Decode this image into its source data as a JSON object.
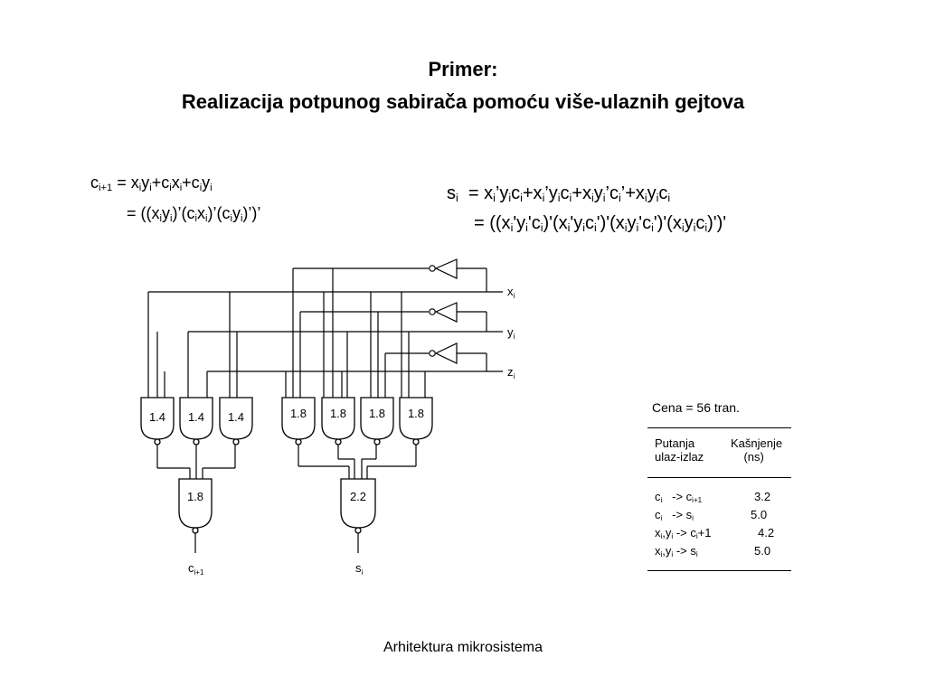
{
  "title": {
    "line1": "Primer:",
    "line2": "Realizacija potpunog sabirača pomoću više-ulaznih gejtova"
  },
  "formulas": {
    "carry_line1": "ci+1 = xiyi+cixi+ciyi",
    "carry_line2": "= ((xiyi)’(cixi)’(ciyi)’)’",
    "sum_line1": "si = xi’yici+xi’yici+xiyi’ci’+xiyici",
    "sum_line2": "= ((xi'yi'ci)'(xi'yici')'(xiyi'ci')'(xiyici)')'"
  },
  "diagram": {
    "inputs": [
      "xi",
      "yi",
      "zi"
    ],
    "nand_gates_level1_carry": [
      "1.4",
      "1.4",
      "1.4"
    ],
    "nand_gates_level1_sum": [
      "1.8",
      "1.8",
      "1.8",
      "1.8"
    ],
    "nand_gates_level2": [
      "1.8",
      "2.2"
    ],
    "outputs": [
      "ci+1",
      "si"
    ]
  },
  "cost": "Cena = 56 tran.",
  "table": {
    "headers": [
      "Putanja ulaz-izlaz",
      "Kašnjenje (ns)"
    ],
    "rows": [
      {
        "path": "ci -> ci+1",
        "delay": "3.2"
      },
      {
        "path": "ci -> si",
        "delay": "5.0"
      },
      {
        "path": "xi,yi -> ci+1",
        "delay": "4.2"
      },
      {
        "path": "xi,yi -> si",
        "delay": "5.0"
      }
    ]
  },
  "footer": "Arhitektura mikrosistema"
}
